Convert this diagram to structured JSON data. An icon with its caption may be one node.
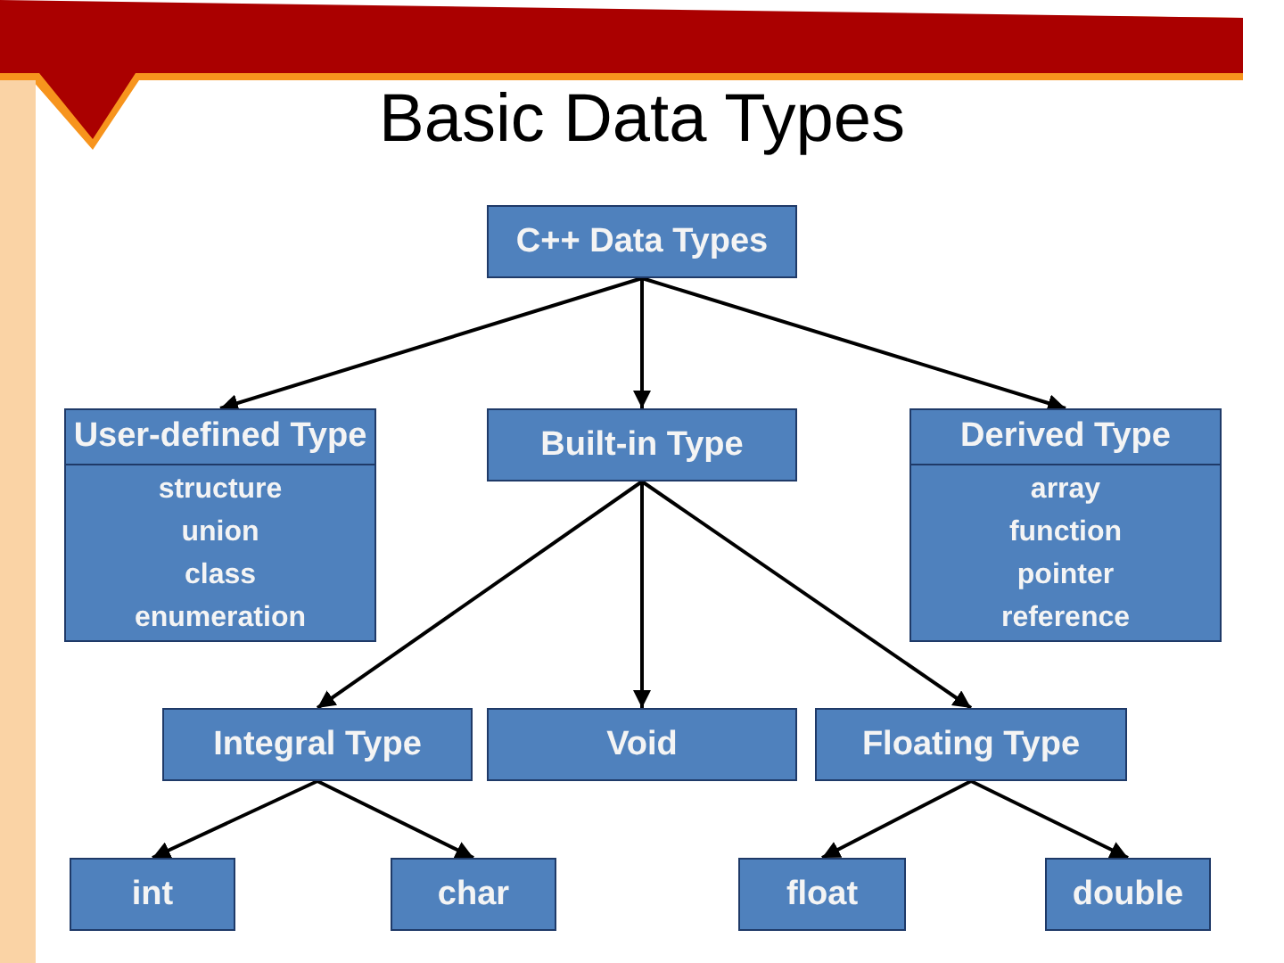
{
  "diagram": {
    "title": "Basic Data Types",
    "nodes": [
      {
        "text": [
          "C++ Data Types"
        ]
      },
      {
        "text": [
          "User-defined Type",
          "structure",
          "union",
          "class",
          "enumeration"
        ]
      },
      {
        "text": [
          "Built-in Type"
        ]
      },
      {
        "text": [
          "Derived Type",
          "array",
          "function",
          "pointer",
          "reference"
        ]
      },
      {
        "text": [
          "Integral Type"
        ]
      },
      {
        "text": [
          "Void"
        ]
      },
      {
        "text": [
          "Floating Type"
        ]
      },
      {
        "text": [
          "int"
        ]
      },
      {
        "text": [
          "char"
        ]
      },
      {
        "text": [
          "float"
        ]
      },
      {
        "text": [
          "double"
        ]
      }
    ],
    "edges": [
      {
        "from": 0,
        "to": 1,
        "arrow": "to"
      },
      {
        "from": 0,
        "to": 2,
        "arrow": "to"
      },
      {
        "from": 0,
        "to": 3,
        "arrow": "to"
      },
      {
        "from": 2,
        "to": 4,
        "arrow": "to"
      },
      {
        "from": 2,
        "to": 5,
        "arrow": "to"
      },
      {
        "from": 2,
        "to": 6,
        "arrow": "to"
      },
      {
        "from": 4,
        "to": 7,
        "arrow": "to"
      },
      {
        "from": 4,
        "to": 8,
        "arrow": "to"
      },
      {
        "from": 6,
        "to": 9,
        "arrow": "to"
      },
      {
        "from": 6,
        "to": 10,
        "arrow": "to"
      }
    ]
  }
}
